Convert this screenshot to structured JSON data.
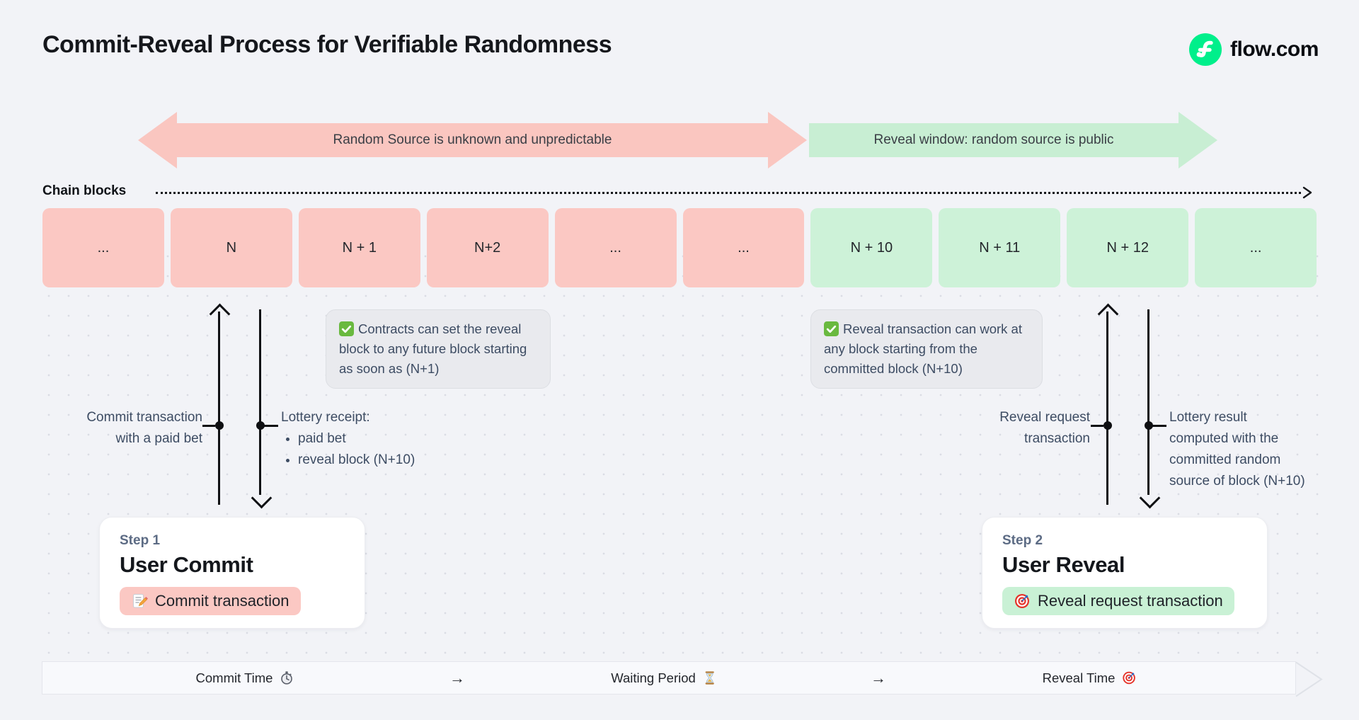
{
  "page": {
    "title": "Commit-Reveal Process for Verifiable Randomness",
    "brand": "flow.com"
  },
  "colors": {
    "page_bg": "#F2F3F7",
    "commit_pink": "#FBC8C3",
    "reveal_green": "#CDF2D8",
    "flow_green": "#00EF8B",
    "note_bg": "#E9EAEE",
    "slate_text": "#3D4C63"
  },
  "banners": {
    "unknown": {
      "label": "Random Source is unknown and unpredictable"
    },
    "reveal": {
      "label": "Reveal window: random source is public"
    }
  },
  "chain": {
    "label": "Chain blocks",
    "blocks": [
      {
        "label": "...",
        "phase": "commit"
      },
      {
        "label": "N",
        "phase": "commit"
      },
      {
        "label": "N + 1",
        "phase": "commit"
      },
      {
        "label": "N+2",
        "phase": "commit"
      },
      {
        "label": "...",
        "phase": "commit"
      },
      {
        "label": "...",
        "phase": "commit"
      },
      {
        "label": "N + 10",
        "phase": "reveal"
      },
      {
        "label": "N + 11",
        "phase": "reveal"
      },
      {
        "label": "N + 12",
        "phase": "reveal"
      },
      {
        "label": "...",
        "phase": "reveal"
      }
    ]
  },
  "notes": {
    "commit": "Contracts can set the reveal block to any future block starting as soon as (N+1)",
    "reveal": "Reveal transaction can work at any block starting from the committed block (N+10)"
  },
  "annotations": {
    "commit_tx": {
      "line1": "Commit transaction",
      "line2": "with a paid bet"
    },
    "lottery_receipt": {
      "title": "Lottery receipt:",
      "bullet1": "paid bet",
      "bullet2": "reveal block (N+10)"
    },
    "reveal_request": {
      "line1": "Reveal request",
      "line2": "transaction"
    },
    "lottery_result": {
      "line1": "Lottery result",
      "line2": "computed with the",
      "line3": "committed random",
      "line4": "source of block (N+10)"
    }
  },
  "steps": {
    "step1": {
      "kicker": "Step 1",
      "title": "User Commit",
      "pill": "Commit transaction"
    },
    "step2": {
      "kicker": "Step 2",
      "title": "User Reveal",
      "pill": "Reveal request transaction"
    }
  },
  "timeline": {
    "item1": "Commit Time",
    "item2": "Waiting Period",
    "item3": "Reveal Time",
    "arrow": "→"
  }
}
